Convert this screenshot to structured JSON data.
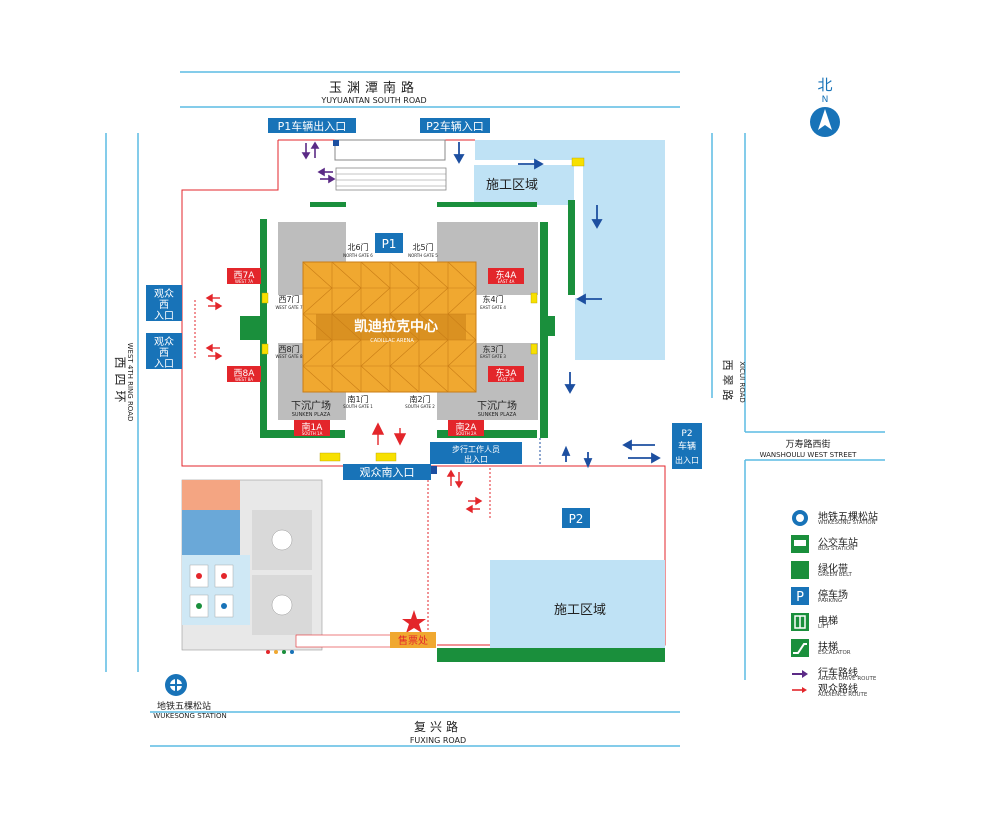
{
  "colors": {
    "water_blue": "#bfe2f5",
    "construction_blue": "#bfe2f5",
    "greenbelt": "#1a8f3c",
    "parking_blue": "#1873b8",
    "arena_orange": "#f0a830",
    "arena_grey": "#bdbdbd",
    "road_line": "#5bbbe3",
    "entrance_red": "#e3262b",
    "gate_yellow": "#f7e000",
    "route_purple": "#5b2a86",
    "route_red": "#e3262b",
    "route_blue": "#1d4fa0"
  },
  "north": {
    "zh": "北",
    "en": "N"
  },
  "roads": {
    "north_zh": "玉渊潭南路",
    "north_en": "YUYUANTAN SOUTH ROAD",
    "south_zh": "复兴路",
    "south_en": "FUXING ROAD",
    "west_zh": "西四环",
    "west_en": "WEST 4TH RING ROAD",
    "east_zh": "西翠路",
    "east_en": "XICUI ROAD",
    "east_street_zh": "万寿路西街",
    "east_street_en": "WANSHOULU WEST STREET"
  },
  "parking": {
    "p1_entrance": "P1车辆出入口",
    "p2_entrance": "P2车辆入口",
    "p1": "P1",
    "p2": "P2",
    "p2_east_exit_line1": "P2",
    "p2_east_exit_line2": "车辆",
    "p2_east_exit_line3": "出入口"
  },
  "construction": {
    "north": "施工区域",
    "south": "施工区域"
  },
  "arena": {
    "name_zh": "凯迪拉克中心",
    "name_en": "CADILLAC ARENA"
  },
  "gates": {
    "n6": "北6门",
    "n6_en": "NORTH GATE 6",
    "n5": "北5门",
    "n5_en": "NORTH GATE 5",
    "w7": "西7门",
    "w7_en": "WEST GATE 7",
    "w8": "西8门",
    "w8_en": "WEST GATE 8",
    "e4": "东4门",
    "e4_en": "EAST GATE 4",
    "e3": "东3门",
    "e3_en": "EAST GATE 3",
    "s1": "南1门",
    "s1_en": "SOUTH GATE 1",
    "s2": "南2门",
    "s2_en": "SOUTH GATE 2"
  },
  "plazas": {
    "w7a": "西7A",
    "w7a_en": "WEST 7A",
    "w8a": "西8A",
    "w8a_en": "WEST 8A",
    "e4a": "东4A",
    "e4a_en": "EAST 4A",
    "e3a": "东3A",
    "e3a_en": "EAST 3A",
    "s1a": "南1A",
    "s1a_en": "SOUTH 1A",
    "s2a": "南2A",
    "s2a_en": "SOUTH 2A",
    "sunken_w": "下沉广场",
    "sunken_w_en": "SUNKEN PLAZA",
    "sunken_e": "下沉广场",
    "sunken_e_en": "SUNKEN PLAZA"
  },
  "entrances": {
    "west1_line1": "观众",
    "west1_line2": "西",
    "west1_line3": "入口",
    "west2_line1": "观众",
    "west2_line2": "西",
    "west2_line3": "入口",
    "south": "观众南入口",
    "staff_line1": "步行工作人员",
    "staff_line2": "出入口"
  },
  "ticket_office": "售票处",
  "metro": {
    "name_zh": "地铁五棵松站",
    "name_en": "WUKESONG STATION"
  },
  "legend": [
    {
      "icon": "metro-icon",
      "zh": "地铁五棵松站",
      "en": "WUKESONG STATION"
    },
    {
      "icon": "bus-icon",
      "zh": "公交车站",
      "en": "BUS STATION"
    },
    {
      "icon": "greenbelt-icon",
      "zh": "绿化带",
      "en": "GREEN BELT"
    },
    {
      "icon": "parking-icon",
      "zh": "停车场",
      "en": "PARKING"
    },
    {
      "icon": "lift-icon",
      "zh": "电梯",
      "en": "LIFT"
    },
    {
      "icon": "escalator-icon",
      "zh": "扶梯",
      "en": "ESCALATOR"
    },
    {
      "icon": "drive-route-icon",
      "zh": "行车路线",
      "en": "ARENA DRIVE ROUTE"
    },
    {
      "icon": "audience-route-icon",
      "zh": "观众路线",
      "en": "AUDIENCE ROUTE"
    }
  ]
}
